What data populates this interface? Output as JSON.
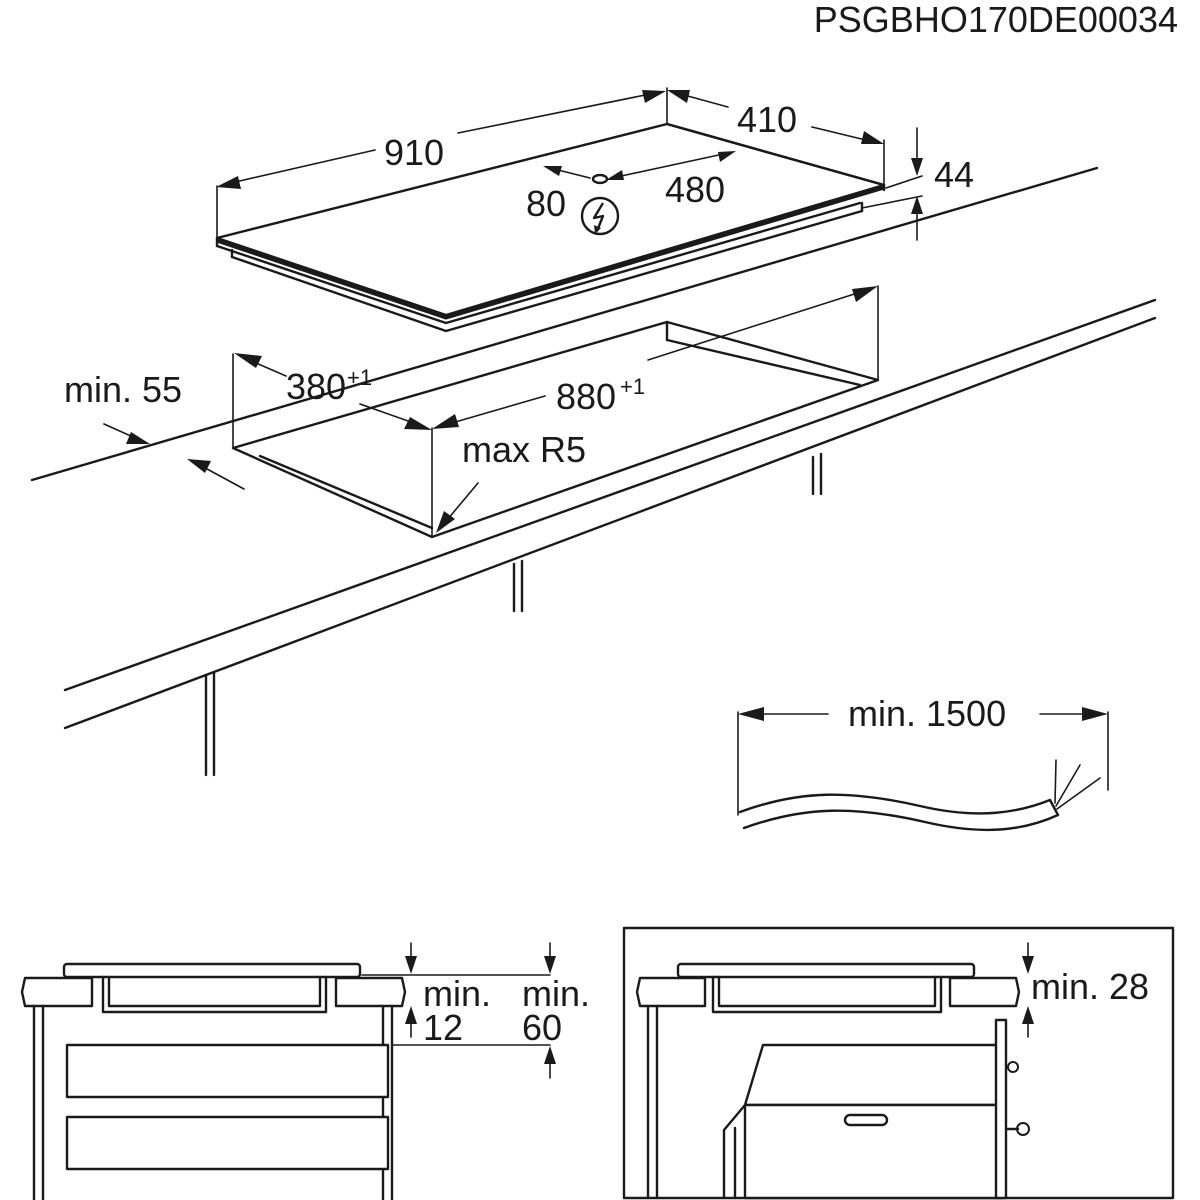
{
  "document_code": "PSGBHO170DE00034",
  "hob": {
    "width": "910",
    "depth": "410",
    "height": "44",
    "connection_offset_x": "480",
    "connection_offset_y": "80"
  },
  "cutout": {
    "width_main": "880",
    "width_tol": "+1",
    "depth_main": "380",
    "depth_tol": "+1",
    "min_front": "min. 55",
    "max_radius": "max R5"
  },
  "cable": {
    "min_length": "min. 1500"
  },
  "section_left": {
    "gap_label_line1": "min.",
    "gap_label_line2": "12",
    "space_label_line1": "min.",
    "space_label_line2": "60"
  },
  "section_right": {
    "oven_gap_label": "min. 28"
  },
  "icons": {
    "power": "electric-connection-icon"
  }
}
